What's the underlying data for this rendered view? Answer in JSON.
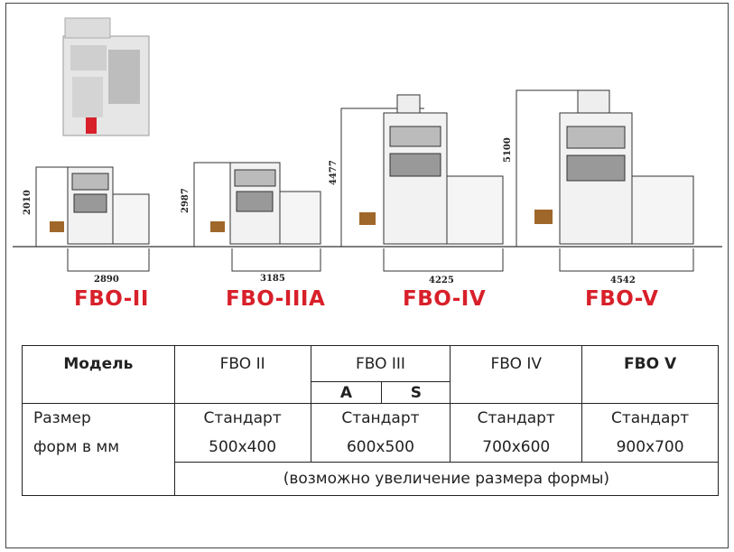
{
  "models": [
    {
      "label": "FBO-II",
      "width_dim": "2890",
      "height_dim": "2010"
    },
    {
      "label": "FBO-IIIA",
      "width_dim": "3185",
      "height_dim": "2987"
    },
    {
      "label": "FBO-IV",
      "width_dim": "4225",
      "height_dim": "4477"
    },
    {
      "label": "FBO-V",
      "width_dim": "4542",
      "height_dim": "5100"
    }
  ],
  "table": {
    "header_model": "Модель",
    "col_fbo2": "FBO II",
    "col_fbo3": "FBO III",
    "col_fbo3_a": "A",
    "col_fbo3_s": "S",
    "col_fbo4": "FBO IV",
    "col_fbo5": "FBO V",
    "row_label_line1": "Размер",
    "row_label_line2": "форм в мм",
    "standard": "Стандарт",
    "size_fbo2": "500x400",
    "size_fbo3": "600x500",
    "size_fbo4": "700x600",
    "size_fbo5": "900x700",
    "note": "(возможно увеличение размера формы)"
  },
  "colors": {
    "label_red": "#d8202a",
    "line": "#222222"
  }
}
